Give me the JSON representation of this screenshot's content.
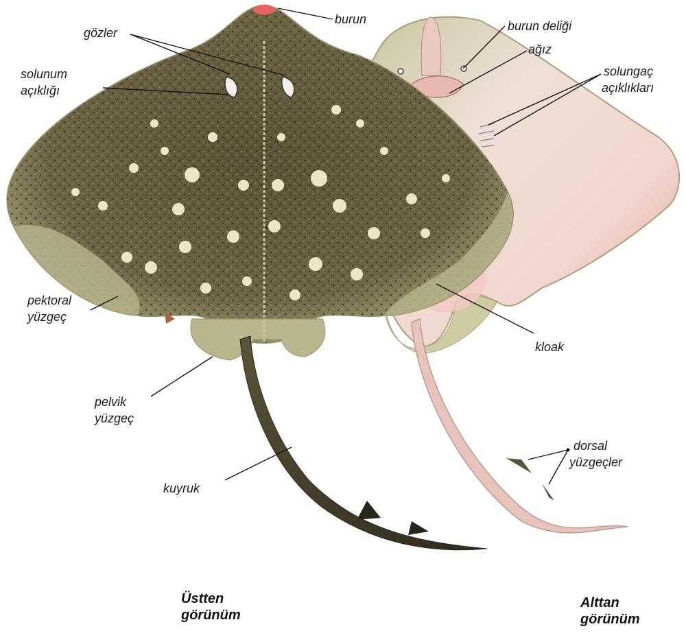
{
  "labels": {
    "burun": "burun",
    "gozler": "gözler",
    "solunum_1": "solunum",
    "solunum_2": "açıklığı",
    "burun_deligi": "burun deliği",
    "agiz": "ağız",
    "solungac_1": "solungaç",
    "solungac_2": "açıklıkları",
    "pektoral_1": "pektoral",
    "pektoral_2": "yüzgeç",
    "pelvik_1": "pelvik",
    "pelvik_2": "yüzgeç",
    "kloak": "kloak",
    "kuyruk": "kuyruk",
    "dorsal_1": "dorsal",
    "dorsal_2": "yüzgeçler"
  },
  "captions": {
    "top_1": "Üstten",
    "top_2": "görünüm",
    "bottom_1": "Alttan",
    "bottom_2": "görünüm"
  },
  "colors": {
    "top_body": "#5e5a3c",
    "top_margin": "#b7b58c",
    "spots_light": "#e8e2c8",
    "bottom_body": "#ecd3cc",
    "bottom_edge": "#c9c79c",
    "snout_tip": "#e86060"
  }
}
